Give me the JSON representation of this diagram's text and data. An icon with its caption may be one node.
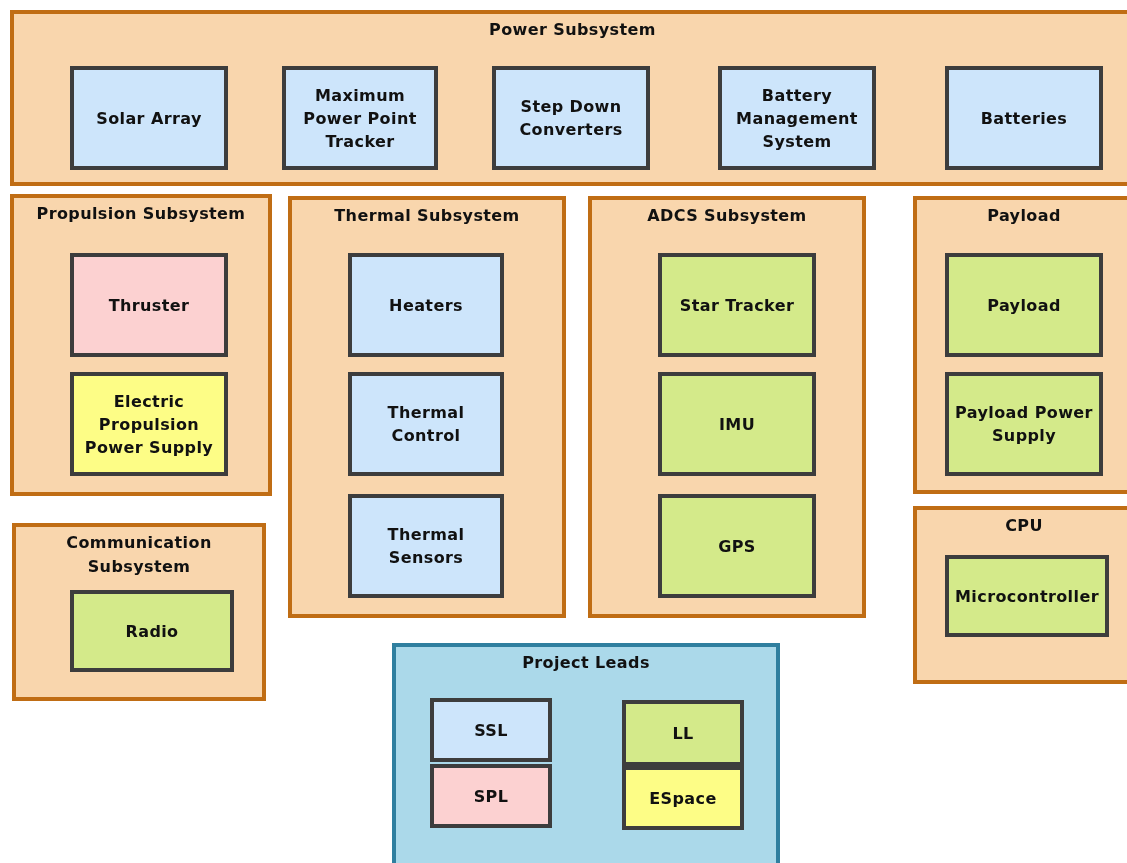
{
  "diagram": {
    "nodes": [
      {
        "text": [
          "Power Subsystem"
        ]
      },
      {
        "text": [
          "Solar Array"
        ],
        "in": 0
      },
      {
        "text": [
          "Maximum Power Point Tracker"
        ],
        "in": 0
      },
      {
        "text": [
          "Step Down Converters"
        ],
        "in": 0
      },
      {
        "text": [
          "Battery Management System"
        ],
        "in": 0
      },
      {
        "text": [
          "Batteries"
        ],
        "in": 0
      },
      {
        "text": [
          "Propulsion Subsystem"
        ]
      },
      {
        "text": [
          "Thruster"
        ],
        "in": 6
      },
      {
        "text": [
          "Electric Propulsion Power Supply"
        ],
        "in": 6
      },
      {
        "text": [
          "Thermal Subsystem"
        ]
      },
      {
        "text": [
          "Heaters"
        ],
        "in": 9
      },
      {
        "text": [
          "Thermal Control"
        ],
        "in": 9
      },
      {
        "text": [
          "Thermal Sensors"
        ],
        "in": 9
      },
      {
        "text": [
          "ADCS Subsystem"
        ]
      },
      {
        "text": [
          "Star Tracker"
        ],
        "in": 13
      },
      {
        "text": [
          "IMU"
        ],
        "in": 13
      },
      {
        "text": [
          "GPS"
        ],
        "in": 13
      },
      {
        "text": [
          "Payload"
        ]
      },
      {
        "text": [
          "Payload"
        ],
        "in": 17
      },
      {
        "text": [
          "Payload Power Supply"
        ],
        "in": 17
      },
      {
        "text": [
          "CPU"
        ]
      },
      {
        "text": [
          "Microcontroller"
        ],
        "in": 20
      },
      {
        "text": [
          "Communication Subsystem"
        ]
      },
      {
        "text": [
          "Radio"
        ],
        "in": 22
      },
      {
        "text": [
          "Project Leads"
        ]
      },
      {
        "text": [
          "SSL"
        ],
        "in": 24
      },
      {
        "text": [
          "SPL"
        ],
        "in": 24
      },
      {
        "text": [
          "LL"
        ],
        "in": 24
      },
      {
        "text": [
          "ESpace"
        ],
        "in": 24
      }
    ]
  }
}
